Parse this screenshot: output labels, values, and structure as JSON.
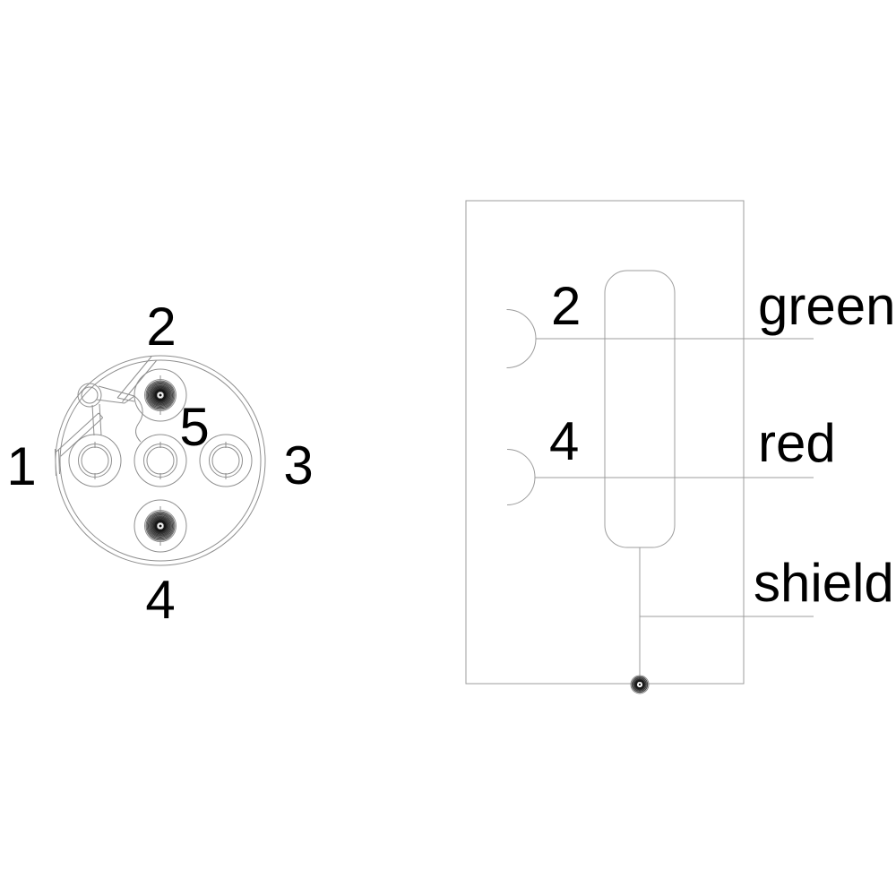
{
  "connector_view": {
    "description_pins": [
      {
        "number": "1"
      },
      {
        "number": "2"
      },
      {
        "number": "3"
      },
      {
        "number": "4"
      },
      {
        "number": "5"
      }
    ]
  },
  "schematic": {
    "connections": [
      {
        "pin": "2",
        "wire_label": "green"
      },
      {
        "pin": "4",
        "wire_label": "red"
      }
    ],
    "shield_label": "shield"
  },
  "colors": {
    "background": "#ffffff",
    "line": "#9c9c9c",
    "connector_line": "#8f8f8f",
    "text": "#000000",
    "pin_metal_dark": "#2b2b2b"
  }
}
